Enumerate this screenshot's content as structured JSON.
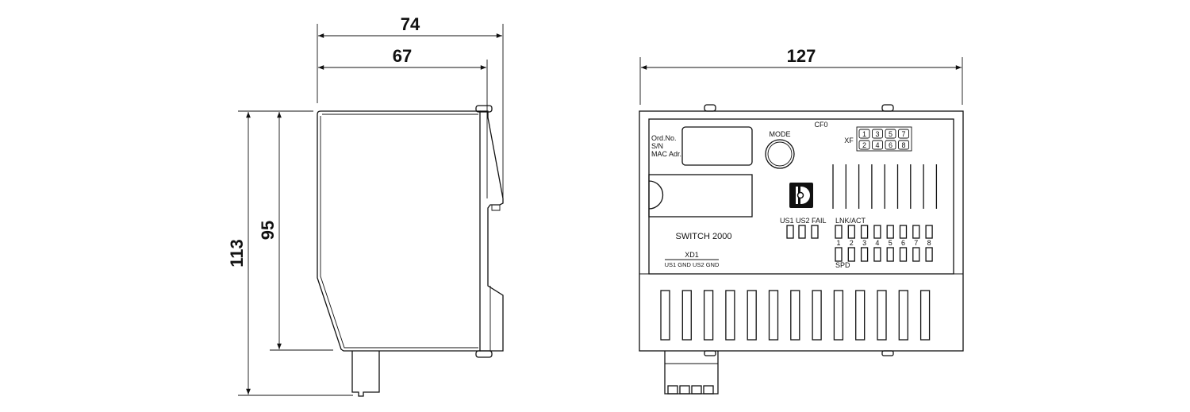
{
  "side_view": {
    "dimensions": {
      "depth_total": "74",
      "depth_body": "67",
      "height_total": "113",
      "height_body": "95"
    }
  },
  "front_view": {
    "dimensions": {
      "width": "127"
    },
    "labels": {
      "ord_no": "Ord.No.",
      "sn": "S/N",
      "mac": "MAC Adr.",
      "mode": "MODE",
      "cf0": "CF0",
      "xf": "XF",
      "xf_ports_top": [
        "1",
        "3",
        "5",
        "7"
      ],
      "xf_ports_bottom": [
        "2",
        "4",
        "6",
        "8"
      ],
      "status_leds": "US1 US2 FAIL",
      "lnk_act": "LNK/ACT",
      "port_numbers": [
        "1",
        "2",
        "3",
        "4",
        "5",
        "6",
        "7",
        "8"
      ],
      "spd": "SPD",
      "product_name": "SWITCH 2000",
      "xd1": "XD1",
      "xd1_pins": "US1 GND US2 GND"
    }
  }
}
